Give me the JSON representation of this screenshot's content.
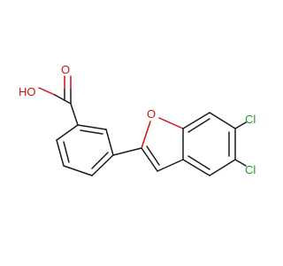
{
  "molecule": {
    "atom_labels": {
      "hydroxyl": "HO",
      "carbonyl_oxygen": "O",
      "furan_oxygen": "O",
      "chlorine_1": "Cl",
      "chlorine_2": "Cl"
    },
    "colors": {
      "bond": "#1a1a1a",
      "oxygen": "#d01010",
      "chlorine": "#1f9a1f",
      "background": "#ffffff"
    }
  }
}
